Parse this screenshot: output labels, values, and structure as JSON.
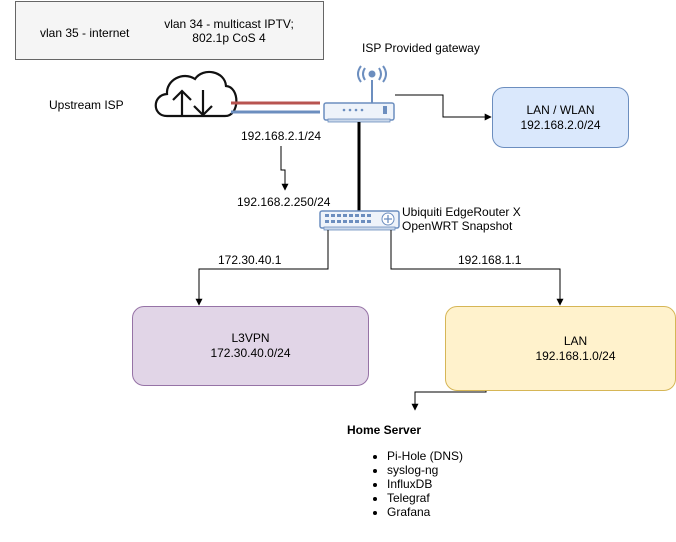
{
  "legend": {
    "vlan35": "vlan 35 - internet",
    "vlan34_line1": "vlan 34 - multicast IPTV;",
    "vlan34_line2": "802.1p CoS 4",
    "vlan35_color": "#6c8ebf",
    "vlan34_color": "#b85450"
  },
  "labels": {
    "upstream_isp": "Upstream ISP",
    "isp_gateway": "ISP Provided gateway",
    "gateway_ip": "192.168.2.1/24",
    "router_wan_ip": "192.168.2.250/24",
    "router_line1": "Ubiquiti EdgeRouter X",
    "router_line2": "OpenWRT Snapshot",
    "l3vpn_gw_ip": "172.30.40.1",
    "lan_gw_ip": "192.168.1.1"
  },
  "networks": {
    "lanwlan": {
      "name": "LAN / WLAN",
      "subnet": "192.168.2.0/24"
    },
    "l3vpn": {
      "name": "L3VPN",
      "subnet": "172.30.40.0/24"
    },
    "lan": {
      "name": "LAN",
      "subnet": "192.168.1.0/24"
    }
  },
  "home_server": {
    "title": "Home Server",
    "services": [
      "Pi-Hole (DNS)",
      "syslog-ng",
      "InfluxDB",
      "Telegraf",
      "Grafana"
    ]
  }
}
